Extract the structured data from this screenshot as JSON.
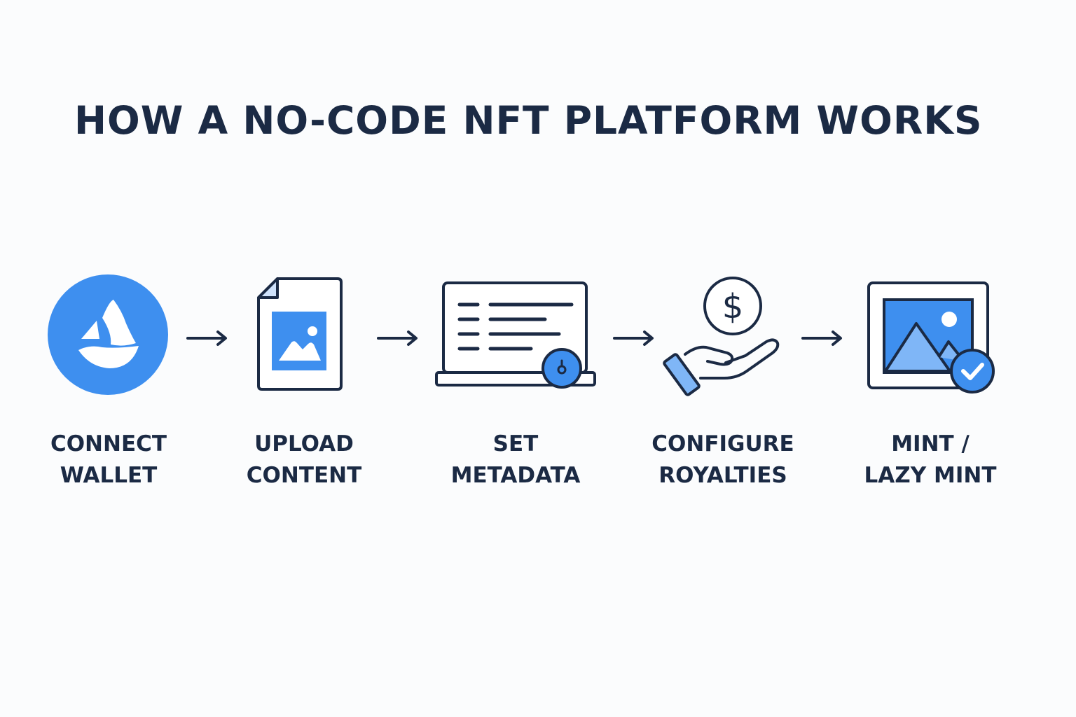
{
  "title": "HOW A NO-CODE NFT PLATFORM WORKS",
  "colors": {
    "accent": "#3e8fef",
    "accent_light": "#7fb6f7",
    "ink": "#1b2a44",
    "background": "#fbfcfd"
  },
  "steps": [
    {
      "icon": "sailboat-logo-icon",
      "line1": "CONNECT",
      "line2": "WALLET"
    },
    {
      "icon": "image-file-icon",
      "line1": "UPLOAD",
      "line2": "CONTENT"
    },
    {
      "icon": "laptop-metadata-icon",
      "line1": "SET",
      "line2": "METADATA"
    },
    {
      "icon": "hand-dollar-coin-icon",
      "line1": "CONFIGURE",
      "line2": "ROYALTIES"
    },
    {
      "icon": "framed-image-check-icon",
      "line1": "MINT /",
      "line2": "LAZY MINT"
    }
  ]
}
